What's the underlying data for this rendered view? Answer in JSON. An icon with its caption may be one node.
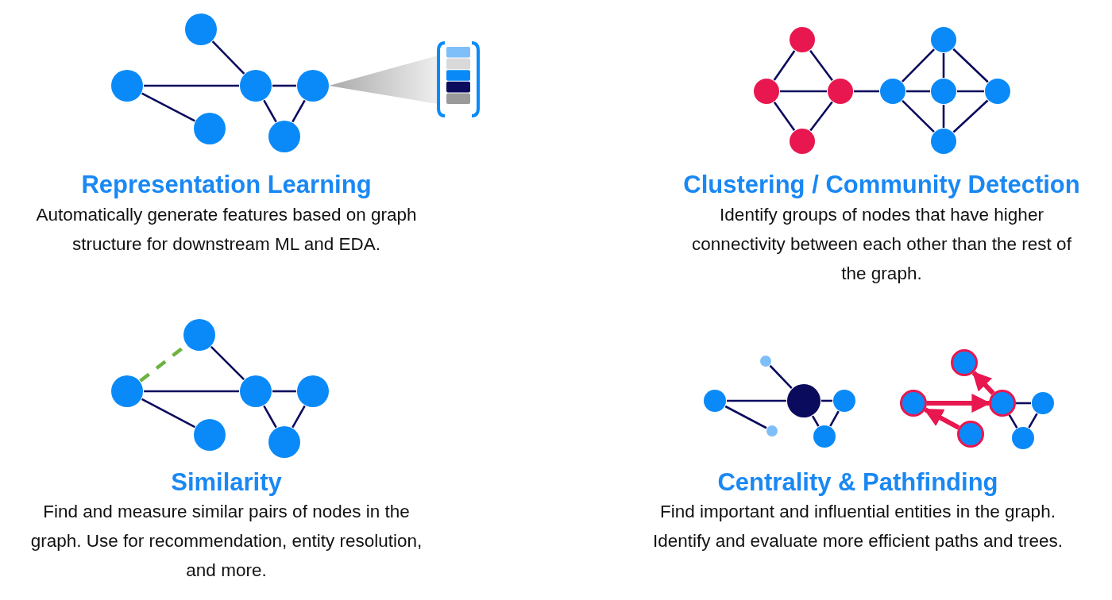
{
  "diagram": {
    "nodes": [
      {
        "text": [],
        "shape": "circle"
      },
      {
        "text": [],
        "shape": "circle"
      },
      {
        "text": [],
        "shape": "circle"
      },
      {
        "text": [],
        "shape": "circle"
      },
      {
        "text": [],
        "shape": "circle"
      },
      {
        "text": [],
        "shape": "circle"
      },
      {
        "text": [],
        "shape": "circle"
      },
      {
        "text": [],
        "shape": "circle"
      },
      {
        "text": [],
        "shape": "circle"
      },
      {
        "text": [],
        "shape": "circle"
      },
      {
        "text": [],
        "shape": "circle"
      },
      {
        "text": [],
        "shape": "circle"
      },
      {
        "text": [],
        "shape": "circle"
      },
      {
        "text": [],
        "shape": "circle"
      },
      {
        "text": [],
        "shape": "circle"
      },
      {
        "text": [],
        "shape": "circle"
      },
      {
        "text": [],
        "shape": "circle"
      },
      {
        "text": [],
        "shape": "circle"
      },
      {
        "text": [],
        "shape": "circle"
      },
      {
        "text": [],
        "shape": "circle"
      },
      {
        "text": [],
        "shape": "circle"
      },
      {
        "text": [],
        "shape": "circle"
      },
      {
        "text": [],
        "shape": "circle"
      },
      {
        "text": [],
        "shape": "circle"
      },
      {
        "text": [],
        "shape": "circle"
      },
      {
        "text": [],
        "shape": "circle"
      },
      {
        "text": [],
        "shape": "circle"
      },
      {
        "text": [],
        "shape": "circle"
      },
      {
        "text": [],
        "shape": "circle"
      },
      {
        "text": [],
        "shape": "circle"
      },
      {
        "text": [],
        "shape": "circle"
      },
      {
        "text": [],
        "shape": "circle"
      },
      {
        "text": [],
        "shape": "circle"
      }
    ],
    "edges": [
      {
        "from": 0,
        "to": 2,
        "arrow": "none"
      },
      {
        "from": 1,
        "to": 2,
        "arrow": "none"
      },
      {
        "from": 1,
        "to": 4,
        "arrow": "none"
      },
      {
        "from": 2,
        "to": 3,
        "arrow": "none"
      },
      {
        "from": 2,
        "to": 5,
        "arrow": "none"
      },
      {
        "from": 3,
        "to": 5,
        "arrow": "none"
      },
      {
        "from": 6,
        "to": 7,
        "arrow": "none"
      },
      {
        "from": 6,
        "to": 8,
        "arrow": "none"
      },
      {
        "from": 7,
        "to": 8,
        "arrow": "none"
      },
      {
        "from": 7,
        "to": 9,
        "arrow": "none"
      },
      {
        "from": 8,
        "to": 9,
        "arrow": "none"
      },
      {
        "from": 8,
        "to": 11,
        "arrow": "none"
      },
      {
        "from": 11,
        "to": 10,
        "arrow": "none"
      },
      {
        "from": 11,
        "to": 12,
        "arrow": "none"
      },
      {
        "from": 11,
        "to": 14,
        "arrow": "none"
      },
      {
        "from": 10,
        "to": 12,
        "arrow": "none"
      },
      {
        "from": 10,
        "to": 13,
        "arrow": "none"
      },
      {
        "from": 12,
        "to": 13,
        "arrow": "none"
      },
      {
        "from": 12,
        "to": 14,
        "arrow": "none"
      },
      {
        "from": 13,
        "to": 14,
        "arrow": "none"
      },
      {
        "from": 16,
        "to": 15,
        "arrow": "none",
        "style": "dashed",
        "color": "#6db33f"
      },
      {
        "from": 15,
        "to": 17,
        "arrow": "none"
      },
      {
        "from": 16,
        "to": 17,
        "arrow": "none"
      },
      {
        "from": 16,
        "to": 19,
        "arrow": "none"
      },
      {
        "from": 17,
        "to": 18,
        "arrow": "none"
      },
      {
        "from": 17,
        "to": 20,
        "arrow": "none"
      },
      {
        "from": 18,
        "to": 20,
        "arrow": "none"
      },
      {
        "from": 21,
        "to": 24,
        "arrow": "none"
      },
      {
        "from": 21,
        "to": 23,
        "arrow": "none"
      },
      {
        "from": 22,
        "to": 24,
        "arrow": "none"
      },
      {
        "from": 24,
        "to": 25,
        "arrow": "none"
      },
      {
        "from": 24,
        "to": 26,
        "arrow": "none"
      },
      {
        "from": 25,
        "to": 26,
        "arrow": "none"
      },
      {
        "from": 28,
        "to": 29,
        "arrow": "to",
        "style": "thick",
        "color": "#e8174f"
      },
      {
        "from": 30,
        "to": 28,
        "arrow": "to",
        "style": "thick",
        "color": "#e8174f"
      },
      {
        "from": 29,
        "to": 27,
        "arrow": "to",
        "style": "thick",
        "color": "#e8174f"
      },
      {
        "from": 29,
        "to": 31,
        "arrow": "none"
      },
      {
        "from": 29,
        "to": 32,
        "arrow": "none"
      },
      {
        "from": 31,
        "to": 32,
        "arrow": "none"
      }
    ],
    "labels": [
      "Representation Learning",
      "Automatically generate features based on graph structure for downstream ML and EDA.",
      "Clustering / Community Detection",
      "Identify groups of nodes that have higher connectivity between each other than the rest of the graph.",
      "Similarity",
      "Find and measure similar pairs of nodes in the graph. Use for recommendation, entity resolution, and more.",
      "Centrality & Pathfinding",
      "Find important and influential entities in the graph. Identify and evaluate more efficient paths and trees."
    ]
  }
}
